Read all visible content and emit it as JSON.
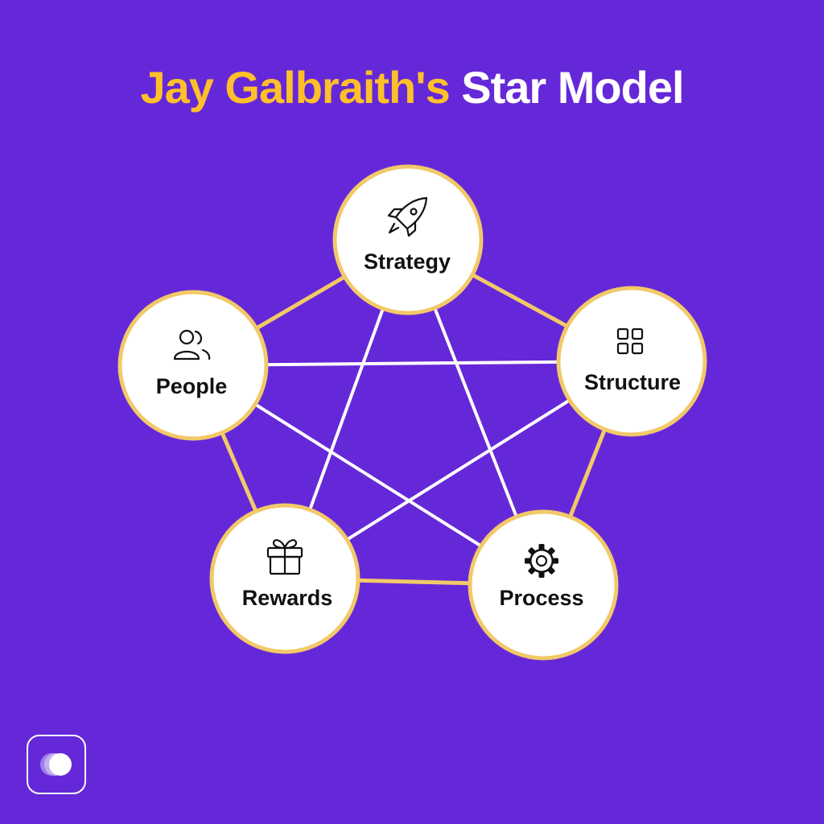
{
  "title": {
    "part1": "Jay Galbraith's",
    "part2": "Star Model"
  },
  "nodes": [
    {
      "label": "Strategy",
      "icon": "rocket-icon"
    },
    {
      "label": "Structure",
      "icon": "grid-icon"
    },
    {
      "label": "Process",
      "icon": "gear-icon"
    },
    {
      "label": "Rewards",
      "icon": "gift-icon"
    },
    {
      "label": "People",
      "icon": "users-icon"
    }
  ],
  "colors": {
    "background": "#6528d8",
    "title_accent": "#fdc02a",
    "title_main": "#ffffff",
    "outer_edges": "#f2c968",
    "inner_edges": "#ffffff",
    "node_fill": "#ffffff",
    "node_border": "#f2c968"
  }
}
